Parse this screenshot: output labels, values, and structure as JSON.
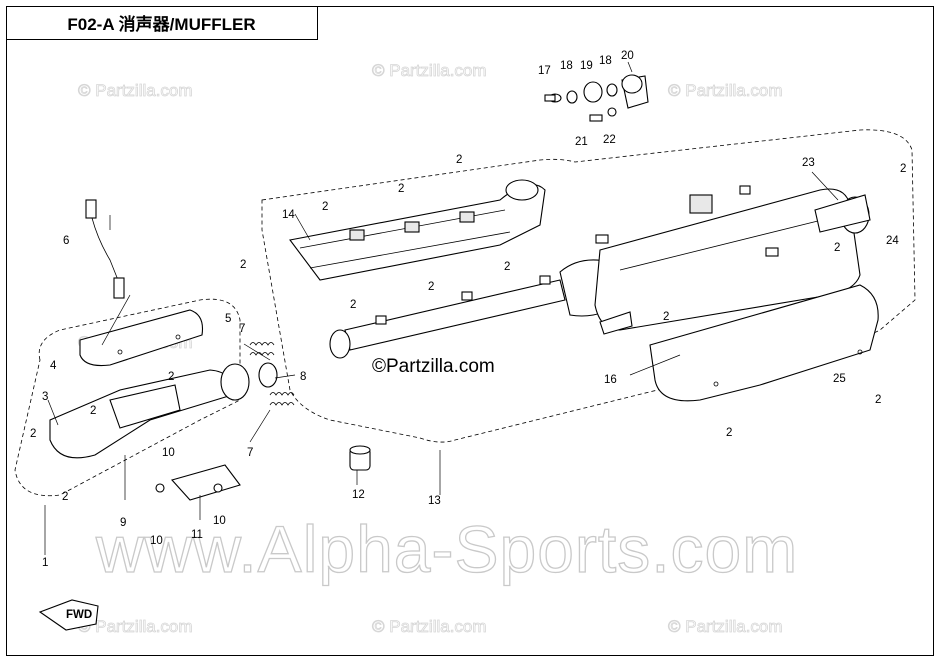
{
  "header": {
    "title": "F02-A 消声器/MUFFLER"
  },
  "watermarks": {
    "small": "© Partzilla.com",
    "center": "©Partzilla.com",
    "big": "www.Alpha-Sports.com"
  },
  "fwd_label": "FWD",
  "callouts": [
    "1",
    "2",
    "2",
    "2",
    "2",
    "2",
    "2",
    "2",
    "2",
    "2",
    "2",
    "2",
    "2",
    "2",
    "2",
    "2",
    "2",
    "3",
    "4",
    "5",
    "6",
    "7",
    "7",
    "8",
    "9",
    "10",
    "10",
    "10",
    "11",
    "12",
    "13",
    "14",
    "16",
    "17",
    "18",
    "18",
    "19",
    "20",
    "21",
    "22",
    "23",
    "24",
    "25"
  ]
}
